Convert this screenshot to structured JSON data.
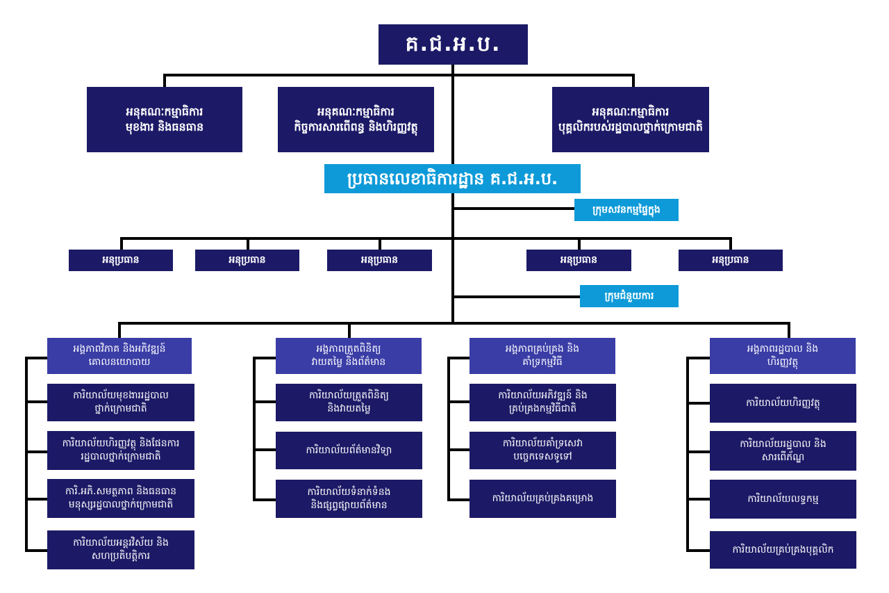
{
  "colors": {
    "dark_box": "#1c1a66",
    "department_box": "#3a3da6",
    "secretariat_box": "#0e9ad8",
    "connector": "#000000"
  },
  "top": {
    "label": "គ.ជ.អ.ប."
  },
  "committees": [
    {
      "line1": "អនុគណៈកម្មាធិការ",
      "line2": "មុខងារ និងធនធាន"
    },
    {
      "line1": "អនុគណៈកម្មាធិការ",
      "line2": "កិច្ចការសារពើពន្ធ និងហិរញ្ញវត្ថុ"
    },
    {
      "line1": "អនុគណៈកម្មាធិការ",
      "line2": "បុគ្គលិករបស់រដ្ឋបាលថ្នាក់ក្រោមជាតិ"
    }
  ],
  "secretariat": {
    "label": "ប្រធានលេខាធិការដ្ឋាន គ.ជ.អ.ប."
  },
  "internal_audit": {
    "label": "ក្រុមសវនកម្មផ្ទៃក្នុង"
  },
  "deputies": [
    {
      "label": "អនុប្រធាន"
    },
    {
      "label": "អនុប្រធាន"
    },
    {
      "label": "អនុប្រធាន"
    },
    {
      "label": "អនុប្រធាន"
    },
    {
      "label": "អនុប្រធាន"
    }
  ],
  "assistants": {
    "label": "ក្រុមជំនួយការ"
  },
  "departments": [
    {
      "line1": "អង្គភាពវិភាគ និងអភិវឌ្ឍន៍",
      "line2": "គោលនយោបាយ",
      "offices": [
        {
          "line1": "ការិយាល័យមុខងាររដ្ឋបាល",
          "line2": "ថ្នាក់ក្រោមជាតិ"
        },
        {
          "line1": "ការិយាល័យហិរញ្ញវត្ថុ និងផែនការ",
          "line2": "រដ្ឋបាលថ្នាក់ក្រោមជាតិ"
        },
        {
          "line1": "ការិ.អភិ.សមត្ថភាព និងធនធាន",
          "line2": "មនុស្សរដ្ឋបាលថ្នាក់ក្រោមជាតិ"
        },
        {
          "line1": "ការិយាល័យអន្តរវិស័យ និង",
          "line2": "សហប្រតិបត្តិការ"
        }
      ]
    },
    {
      "line1": "អង្គភាពត្រួតពិនិត្យ",
      "line2": "វាយតម្លៃ និងព័ត៌មាន",
      "offices": [
        {
          "line1": "ការិយាល័យត្រួតពិនិត្យ",
          "line2": "និងវាយតម្លៃ"
        },
        {
          "line1": "ការិយាល័យព័ត៌មានវិទ្យា",
          "line2": ""
        },
        {
          "line1": "ការិយាល័យទំនាក់ទំនង",
          "line2": "និងផ្សព្វផ្សាយព័ត៌មាន"
        }
      ]
    },
    {
      "line1": "អង្គភាពគ្រប់គ្រង និង",
      "line2": "គាំទ្រកម្មវិធី",
      "offices": [
        {
          "line1": "ការិយាល័យអភិវឌ្ឍន៍ និង",
          "line2": "គ្រប់គ្រងកម្មវិធីជាតិ"
        },
        {
          "line1": "ការិយាល័យគាំទ្រសេវា",
          "line2": "បច្ចេកទេសទូទៅ"
        },
        {
          "line1": "ការិយាល័យគ្រប់គ្រងគម្រោង",
          "line2": ""
        }
      ]
    },
    {
      "line1": "អង្គភាពរដ្ឋបាល និង",
      "line2": "ហិរញ្ញវត្ថុ",
      "offices": [
        {
          "line1": "ការិយាល័យហិរញ្ញវត្ថុ",
          "line2": ""
        },
        {
          "line1": "ការិយាល័យរដ្ឋបាល និង",
          "line2": "សារពើភ័ណ្ឌ"
        },
        {
          "line1": "ការិយាល័យលទ្ធកម្ម",
          "line2": ""
        },
        {
          "line1": "ការិយាល័យគ្រប់គ្រងបុគ្គលិក",
          "line2": ""
        }
      ]
    }
  ]
}
